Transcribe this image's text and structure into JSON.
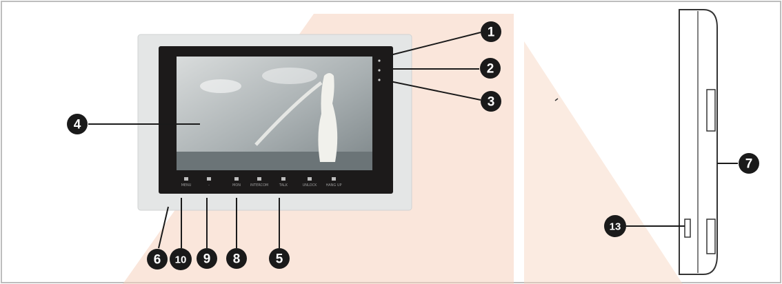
{
  "callouts": [
    {
      "id": "1",
      "label": "1"
    },
    {
      "id": "2",
      "label": "2"
    },
    {
      "id": "3",
      "label": "3"
    },
    {
      "id": "4",
      "label": "4"
    },
    {
      "id": "5",
      "label": "5"
    },
    {
      "id": "6",
      "label": "6"
    },
    {
      "id": "7",
      "label": "7"
    },
    {
      "id": "8",
      "label": "8"
    },
    {
      "id": "9",
      "label": "9"
    },
    {
      "id": "10",
      "label": "10"
    },
    {
      "id": "13",
      "label": "13"
    }
  ],
  "monitor_buttons": [
    {
      "icon": "menu-icon",
      "label": "MENU"
    },
    {
      "icon": "minus-icon",
      "label": "-"
    },
    {
      "icon": "camera-icon",
      "label": "MON"
    },
    {
      "icon": "intercom-icon",
      "label": "INTERCOM"
    },
    {
      "icon": "handset-icon",
      "label": "TALK"
    },
    {
      "icon": "key-icon",
      "label": "UNLOCK"
    },
    {
      "icon": "hangup-icon",
      "label": "HANG UP"
    }
  ],
  "colors": {
    "watermark": "#f6d2bd",
    "bezel": "#1c1a1a",
    "panel": "#e4e6e6",
    "callout": "#1a1a1a"
  }
}
